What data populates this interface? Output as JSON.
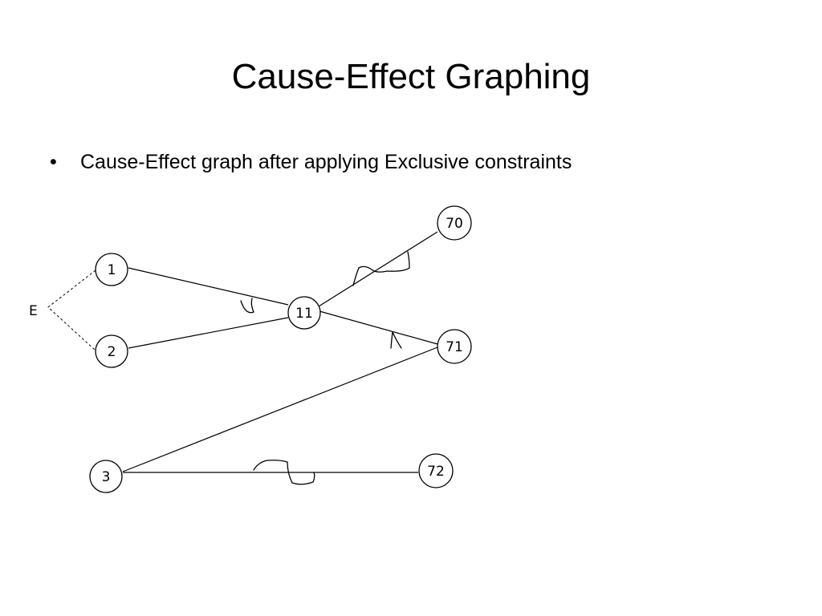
{
  "slide": {
    "title": "Cause-Effect Graphing",
    "bullet_mark": "•",
    "bullet_text": "Cause-Effect graph after applying Exclusive constraints"
  },
  "graph": {
    "nodes": {
      "c1": "1",
      "c2": "2",
      "c3": "3",
      "i11": "11",
      "e70": "70",
      "e71": "71",
      "e72": "72"
    },
    "constraint_label": "E"
  }
}
